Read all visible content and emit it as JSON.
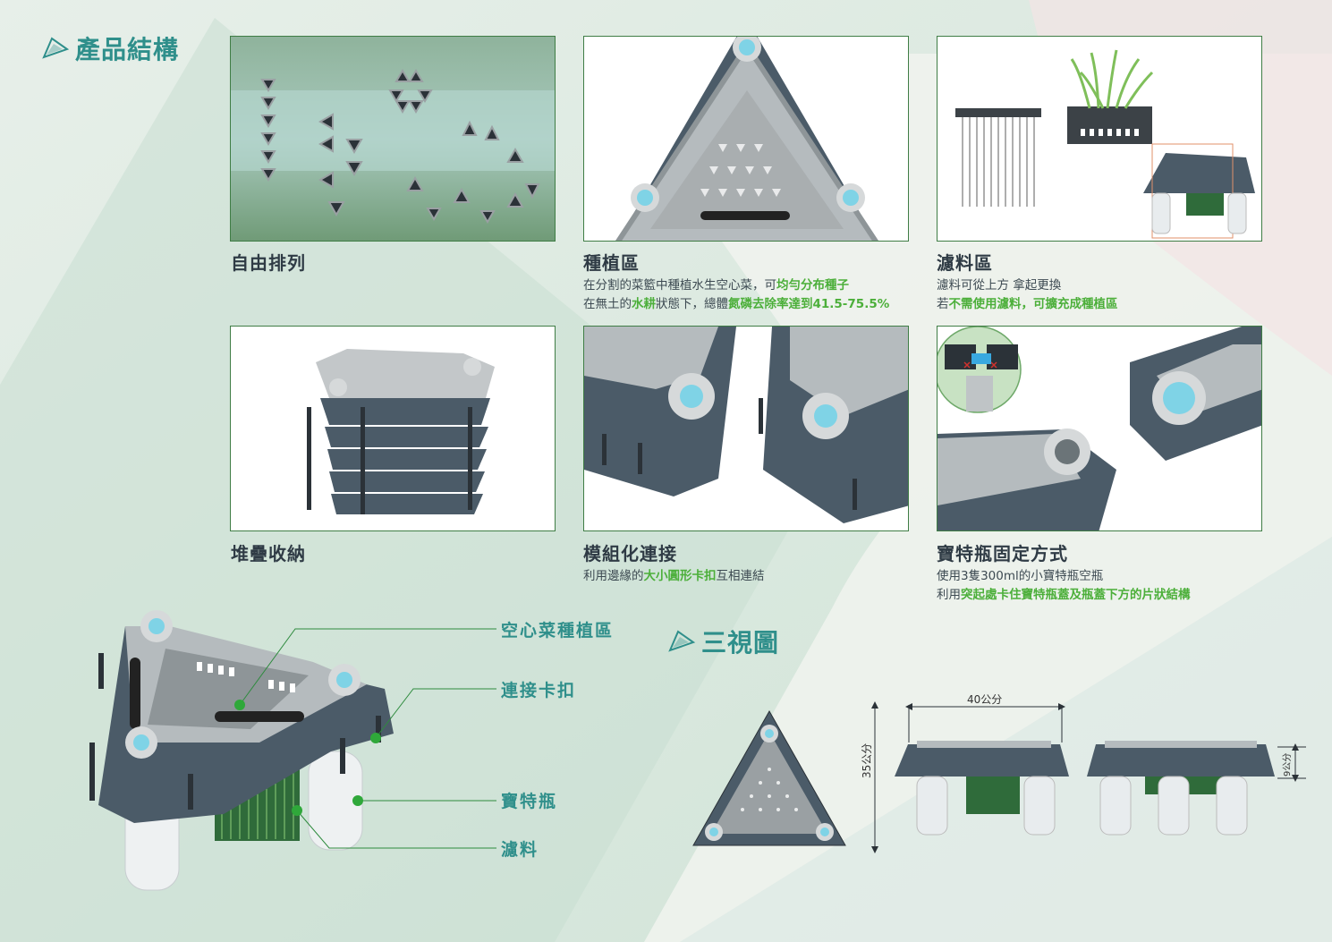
{
  "section_titles": {
    "structure": "產品結構",
    "three_views": "三視圖"
  },
  "panels": [
    {
      "title": "自由排列",
      "lines": []
    },
    {
      "title": "種植區",
      "lines": [
        [
          {
            "t": "在分割的菜籃中種植水生空心菜，可"
          },
          {
            "t": "均勻分布種子",
            "hl": true
          }
        ],
        [
          {
            "t": "在無土的"
          },
          {
            "t": "水耕",
            "hl": true
          },
          {
            "t": "狀態下，總體"
          },
          {
            "t": "氮磷去除率達到41.5-75.5%",
            "hl": true
          }
        ]
      ]
    },
    {
      "title": "濾料區",
      "lines": [
        [
          {
            "t": "濾料可從上方 拿起更換"
          }
        ],
        [
          {
            "t": "若"
          },
          {
            "t": "不需使用濾料，可擴充成種植區",
            "hl": true
          }
        ]
      ]
    },
    {
      "title": "堆疊收納",
      "lines": []
    },
    {
      "title": "模組化連接",
      "lines": [
        [
          {
            "t": "利用邊緣的"
          },
          {
            "t": "大小圓形卡扣",
            "hl": true
          },
          {
            "t": "互相連結"
          }
        ]
      ]
    },
    {
      "title": "寶特瓶固定方式",
      "lines": [
        [
          {
            "t": "使用3隻300ml的小寶特瓶空瓶"
          }
        ],
        [
          {
            "t": "利用"
          },
          {
            "t": "突起處卡住寶特瓶蓋及瓶蓋下方的片狀結構",
            "hl": true
          }
        ]
      ]
    }
  ],
  "callouts": [
    "空心菜種植區",
    "連接卡扣",
    "寶特瓶",
    "濾料"
  ],
  "dimensions": {
    "width": "40公分",
    "depth": "35公分",
    "height": "9公分"
  },
  "colors": {
    "accent": "#2f8f8b",
    "highlight": "#4caf3a",
    "frame": "#3f7d45",
    "body": "#4b5b68",
    "lid": "#9aa0a3",
    "cap": "#7fd3e6"
  }
}
